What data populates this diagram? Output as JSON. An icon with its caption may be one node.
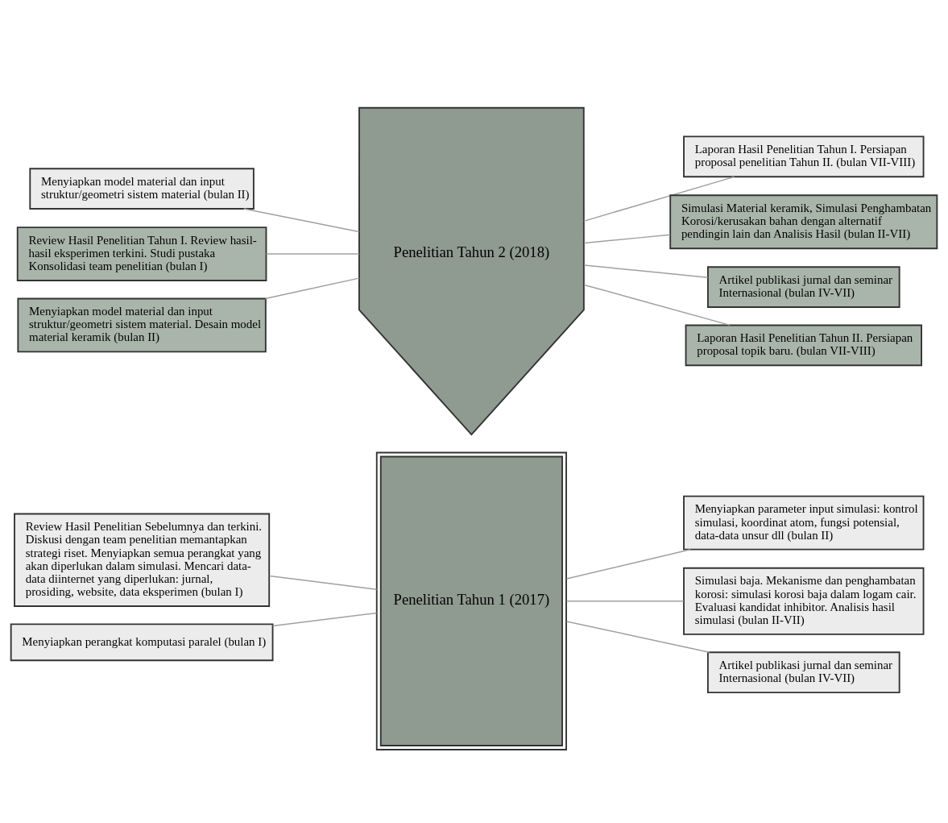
{
  "diagram": {
    "nodes": [
      {
        "text": [
          "Penelitian Tahun 1 (2017)"
        ]
      },
      {
        "text": [
          "Review Hasil Penelitian Sebelumnya dan terkini. Diskusi dengan team penelitian memantapkan strategi riset. Menyiapkan semua perangkat yang akan diperlukan dalam simulasi. Mencari data-data diinternet yang diperlukan: jurnal, prosiding, website, data eksperimen (bulan I)"
        ]
      },
      {
        "text": [
          "Menyiapkan perangkat komputasi paralel (bulan I)"
        ]
      },
      {
        "text": [
          "Menyiapkan model material dan input struktur/geometri sistem material (bulan II)"
        ]
      },
      {
        "text": [
          "Menyiapkan parameter input simulasi: kontrol simulasi, koordinat atom, fungsi potensial, data-data unsur dll (bulan II)"
        ]
      },
      {
        "text": [
          "Simulasi baja. Mekanisme dan penghambatan korosi: simulasi korosi baja dalam logam cair. Evaluasi kandidat inhibitor. Analisis hasil simulasi (bulan II-VII)"
        ]
      },
      {
        "text": [
          "Artikel publikasi jurnal dan seminar Internasional (bulan IV-VII)"
        ]
      },
      {
        "text": [
          "Laporan Hasil Penelitian Tahun I. Persiapan proposal penelitian Tahun II. (bulan VII-VIII)"
        ]
      },
      {
        "text": [
          "Penelitian Tahun 2 (2018)"
        ]
      },
      {
        "text": [
          "Review Hasil Penelitian Tahun I. Review hasil-hasil eksperimen terkini. Studi pustaka Konsolidasi team penelitian (bulan I)"
        ]
      },
      {
        "text": [
          "Menyiapkan model material dan input struktur/geometri sistem material. Desain model material keramik (bulan II)"
        ]
      },
      {
        "text": [
          "Simulasi Material keramik, Simulasi Penghambatan Korosi/kerusakan bahan dengan alternatif pendingin lain dan Analisis Hasil (bulan II-VII)"
        ]
      },
      {
        "text": [
          "Artikel publikasi jurnal dan seminar Internasional (bulan IV-VII)"
        ]
      },
      {
        "text": [
          "Laporan Hasil Penelitian Tahun II. Persiapan proposal topik baru. (bulan VII-VIII)"
        ]
      }
    ],
    "edges": [
      {
        "from": 1,
        "to": 0,
        "arrow": "none"
      },
      {
        "from": 2,
        "to": 0,
        "arrow": "none"
      },
      {
        "from": 3,
        "to": 8,
        "arrow": "none"
      },
      {
        "from": 0,
        "to": 4,
        "arrow": "none"
      },
      {
        "from": 0,
        "to": 5,
        "arrow": "none"
      },
      {
        "from": 0,
        "to": 6,
        "arrow": "none"
      },
      {
        "from": 8,
        "to": 7,
        "arrow": "none"
      },
      {
        "from": 9,
        "to": 8,
        "arrow": "none"
      },
      {
        "from": 10,
        "to": 8,
        "arrow": "none"
      },
      {
        "from": 8,
        "to": 11,
        "arrow": "none"
      },
      {
        "from": 8,
        "to": 12,
        "arrow": "none"
      },
      {
        "from": 8,
        "to": 13,
        "arrow": "none"
      }
    ]
  }
}
